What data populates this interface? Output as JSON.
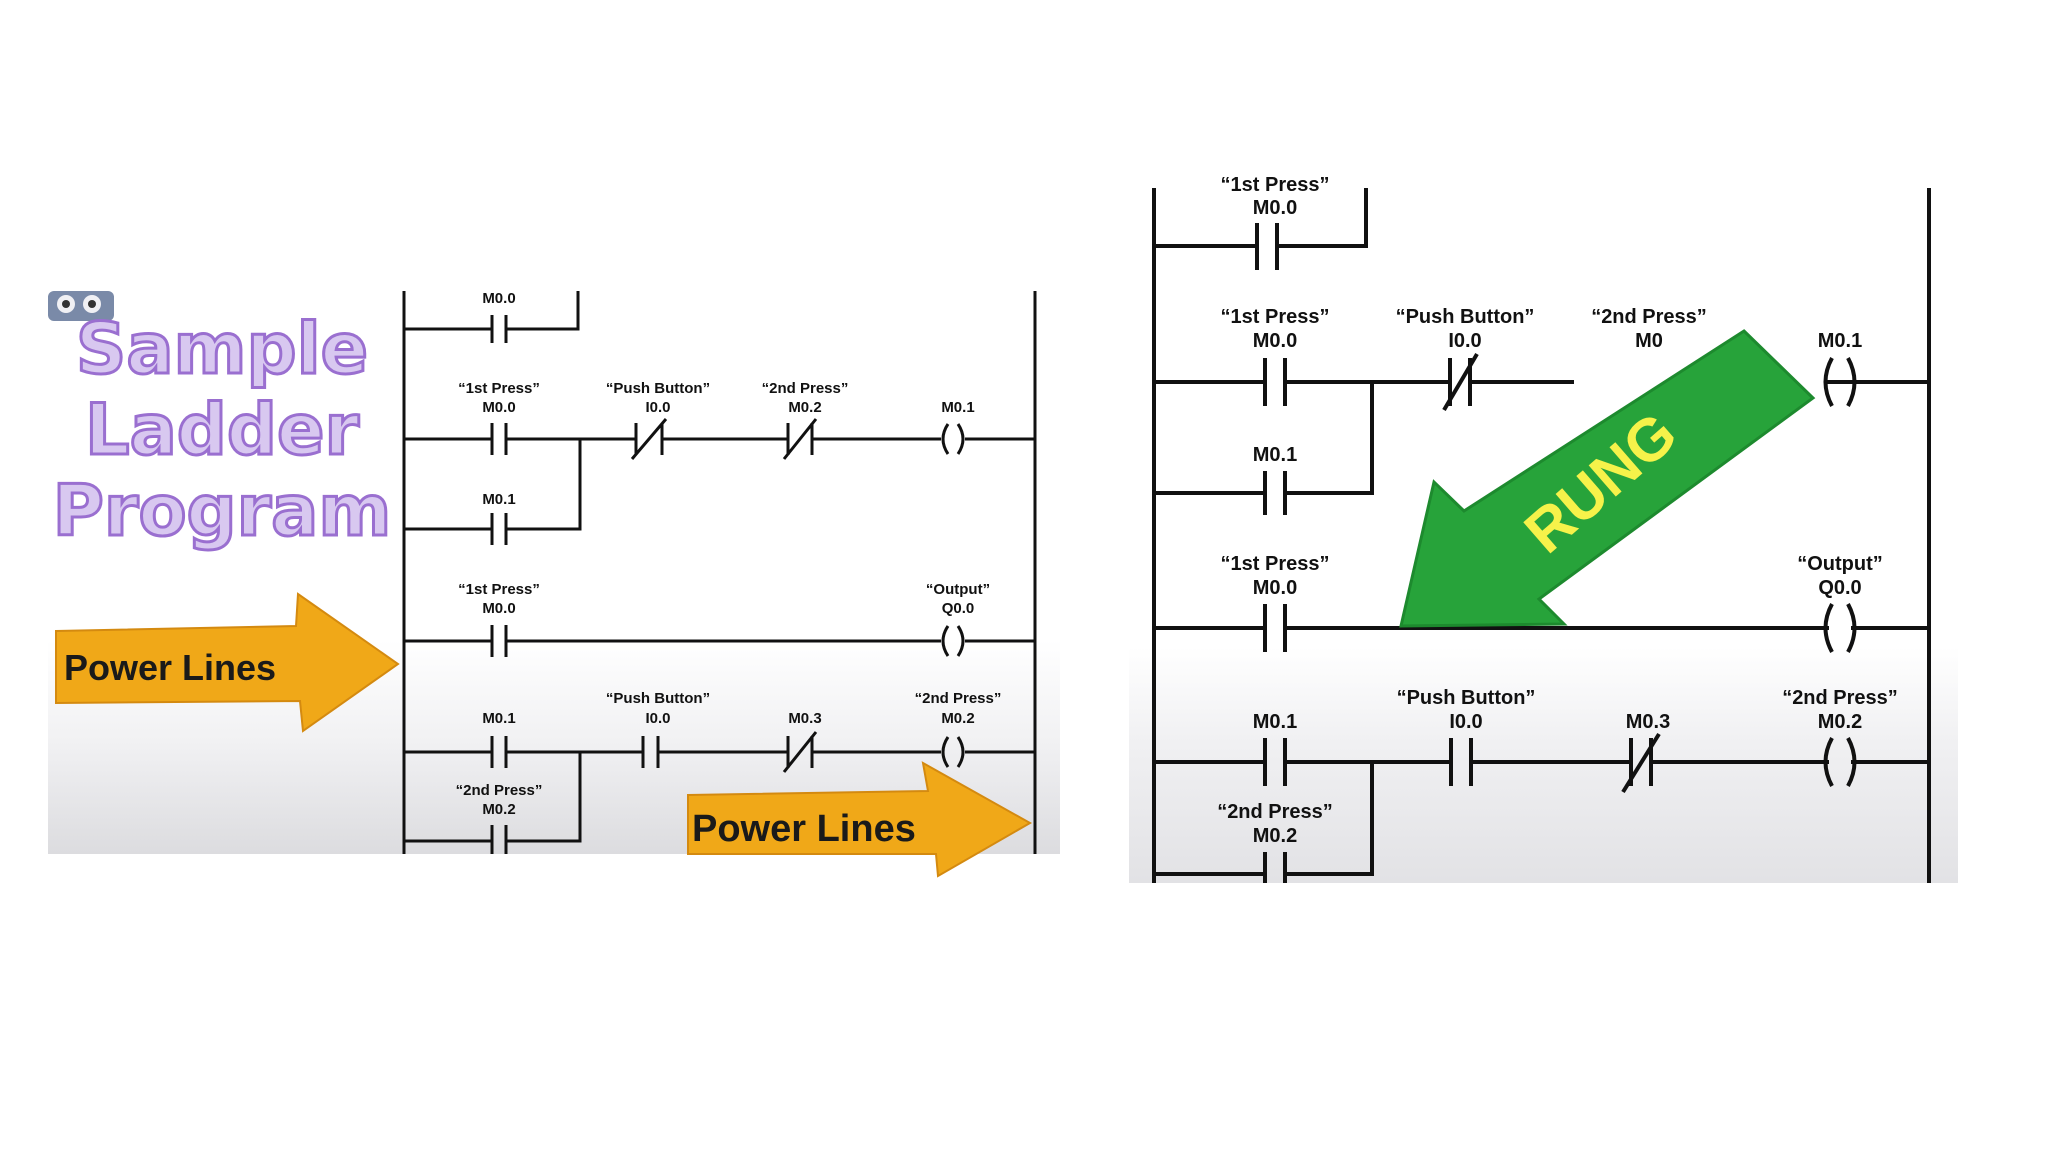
{
  "left": {
    "title_lines": [
      "Sample",
      "Ladder",
      "Program"
    ],
    "power_lines_label": "Power Lines",
    "power_lines_label_2": "Power Lines",
    "rung0": {
      "addr": "M0.0"
    },
    "rung1": {
      "c1_tag": "“1st Press”",
      "c1_addr": "M0.0",
      "c2_tag": "“Push Button”",
      "c2_addr": "I0.0",
      "c3_tag": "“2nd Press”",
      "c3_addr": "M0.2",
      "coil_addr": "M0.1",
      "branch_addr": "M0.1"
    },
    "rung2": {
      "c1_tag": "“1st Press”",
      "c1_addr": "M0.0",
      "coil_tag": "“Output”",
      "coil_addr": "Q0.0"
    },
    "rung3": {
      "c1_addr": "M0.1",
      "c2_tag": "“Push Button”",
      "c2_addr": "I0.0",
      "c3_addr": "M0.3",
      "coil_tag": "“2nd Press”",
      "coil_addr": "M0.2",
      "branch_tag": "“2nd Press”",
      "branch_addr": "M0.2"
    }
  },
  "right": {
    "rung0": {
      "tag": "“1st Press”",
      "addr": "M0.0"
    },
    "rung1": {
      "c1_tag": "“1st Press”",
      "c1_addr": "M0.0",
      "c2_tag": "“Push Button”",
      "c2_addr": "I0.0",
      "c3_tag": "“2nd Press”",
      "c3_addr": "M0",
      "coil_addr": "M0.1",
      "branch_addr": "M0.1"
    },
    "rung2": {
      "c1_tag": "“1st Press”",
      "c1_addr": "M0.0",
      "coil_tag": "“Output”",
      "coil_addr": "Q0.0"
    },
    "rung3": {
      "c1_addr": "M0.1",
      "c2_tag": "“Push Button”",
      "c2_addr": "I0.0",
      "c3_addr": "M0.3",
      "coil_tag": "“2nd Press”",
      "coil_addr": "M0.2",
      "branch_tag": "“2nd Press”",
      "branch_addr": "M0.2"
    },
    "rung_label": "RUNG"
  },
  "colors": {
    "title_fill": "#d8c8f0",
    "title_stroke": "#9a6fd0",
    "power_arrow": "#f0a818",
    "rung_arrow": "#27a33a",
    "rung_text": "#f6f24a",
    "line": "#111111"
  }
}
